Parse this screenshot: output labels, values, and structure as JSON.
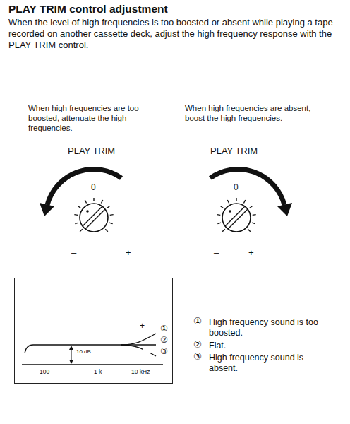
{
  "diagram": {
    "title": "PLAY TRIM control adjustment",
    "nodes": [
      {
        "text": [
          "+",
          "–",
          "①",
          "②",
          "③",
          "10 dB",
          "100",
          "1 k",
          "10 kHz"
        ]
      }
    ],
    "labels": [
      "When the level of high frequencies is too boosted or absent while playing a tape recorded on another cassette deck, adjust the high frequency response with the PLAY TRIM control.",
      "When high frequencies are too boosted, attenuate the high frequencies.",
      "When high frequencies are absent, boost the high frequencies.",
      "PLAY TRIM",
      "0",
      "–",
      "+",
      "PLAY TRIM",
      "0",
      "–",
      "+",
      "①",
      "High frequency sound is too boosted.",
      "②",
      "Flat.",
      "③",
      "High frequency sound is absent."
    ]
  }
}
